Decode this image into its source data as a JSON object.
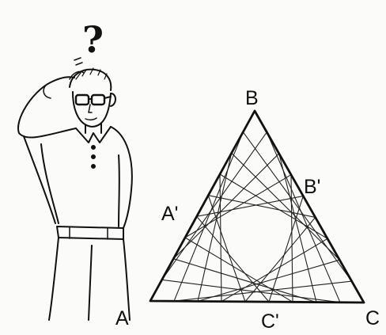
{
  "figure": {
    "question_mark": "?",
    "vertices": {
      "a": "A",
      "b": "B",
      "c": "C"
    },
    "side_points": {
      "a_prime": "A'",
      "b_prime": "B'",
      "c_prime": "C'"
    }
  }
}
